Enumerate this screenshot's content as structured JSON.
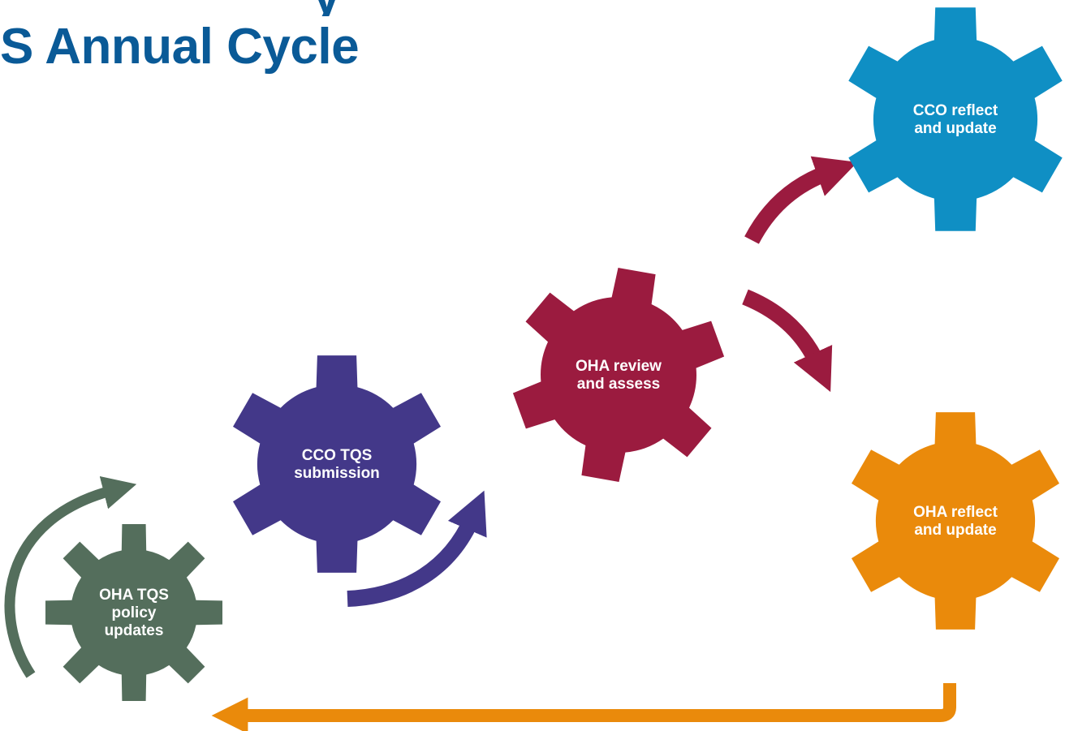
{
  "title": "S Annual Cycle",
  "title_fragment": "y",
  "colors": {
    "title": "#0a5a97",
    "policy": "#546e5c",
    "submission": "#433889",
    "review": "#9b1b3f",
    "cco_reflect": "#0f8fc4",
    "oha_reflect": "#ea8a0b"
  },
  "gears": [
    {
      "id": "policy",
      "lines": [
        "OHA TQS",
        "policy",
        "updates"
      ]
    },
    {
      "id": "submission",
      "lines": [
        "CCO TQS",
        "submission"
      ]
    },
    {
      "id": "review",
      "lines": [
        "OHA review",
        "and assess"
      ]
    },
    {
      "id": "cco_reflect",
      "lines": [
        "CCO reflect",
        "and update"
      ]
    },
    {
      "id": "oha_reflect",
      "lines": [
        "OHA reflect",
        "and update"
      ]
    }
  ]
}
